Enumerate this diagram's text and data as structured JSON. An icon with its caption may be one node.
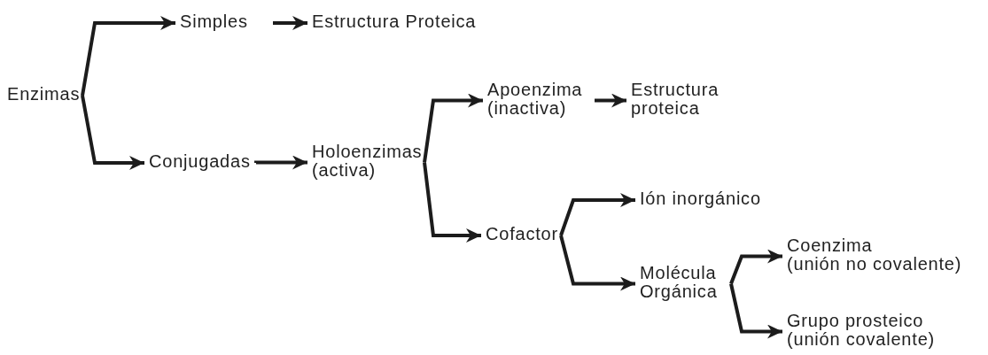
{
  "diagram": {
    "nodes": [
      {
        "text": [
          "Enzimas"
        ]
      },
      {
        "text": [
          "Simples"
        ]
      },
      {
        "text": [
          "Estructura Proteica"
        ]
      },
      {
        "text": [
          "Conjugadas"
        ]
      },
      {
        "text": [
          "Holoenzimas (activa)"
        ]
      },
      {
        "text": [
          "Apoenzima (inactiva)"
        ]
      },
      {
        "text": [
          "Estructura proteica"
        ]
      },
      {
        "text": [
          "Cofactor"
        ]
      },
      {
        "text": [
          "Ión inorgánico"
        ]
      },
      {
        "text": [
          "Molécula Orgánica"
        ]
      },
      {
        "text": [
          "Coenzima (unión no covalente)"
        ]
      },
      {
        "text": [
          "Grupo prosteico (unión covalente)"
        ]
      }
    ],
    "edges": [
      {
        "from": 0,
        "to": 1,
        "arrow": "to"
      },
      {
        "from": 1,
        "to": 2,
        "arrow": "to"
      },
      {
        "from": 0,
        "to": 3,
        "arrow": "to"
      },
      {
        "from": 3,
        "to": 4,
        "arrow": "to"
      },
      {
        "from": 4,
        "to": 5,
        "arrow": "to"
      },
      {
        "from": 5,
        "to": 6,
        "arrow": "to"
      },
      {
        "from": 4,
        "to": 7,
        "arrow": "to"
      },
      {
        "from": 7,
        "to": 8,
        "arrow": "to"
      },
      {
        "from": 7,
        "to": 9,
        "arrow": "to"
      },
      {
        "from": 9,
        "to": 10,
        "arrow": "to"
      },
      {
        "from": 9,
        "to": 11,
        "arrow": "to"
      }
    ]
  }
}
